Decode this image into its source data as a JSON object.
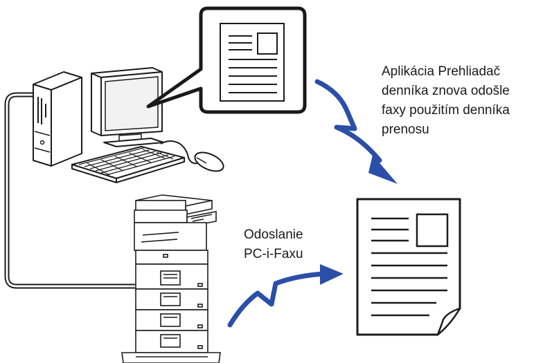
{
  "labels": {
    "resend": {
      "lines": [
        "Aplikácia Prehliadač",
        "denníka znova odošle",
        "faxy použitím denníka",
        "prenosu"
      ]
    },
    "pc_i_fax": {
      "lines": [
        "Odoslanie",
        "PC-i-Faxu"
      ]
    }
  },
  "colors": {
    "arrow": "#2b4fa8",
    "outline": "#1a1a1a",
    "fill": "#ffffff",
    "screen": "#f2f2f2"
  },
  "icons": {
    "computer": "desktop-computer-icon",
    "document_callout": "document-callout-icon",
    "printer": "multifunction-printer-icon",
    "document": "document-icon"
  }
}
